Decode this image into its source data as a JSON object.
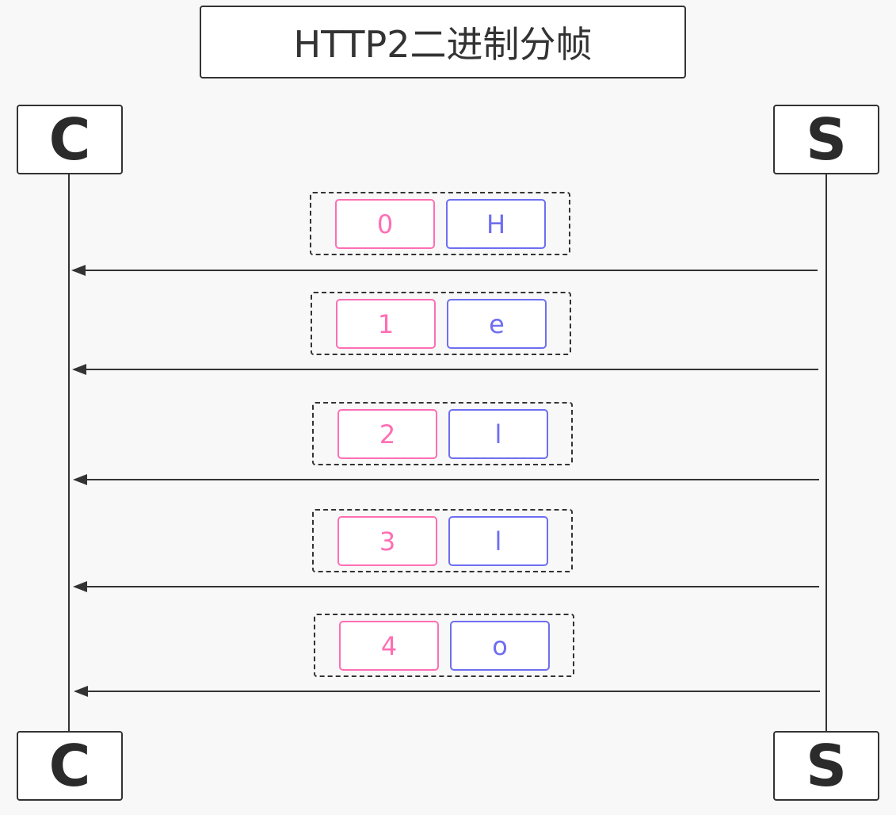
{
  "title": "HTTP2二进制分帧",
  "actors": {
    "client": "C",
    "server": "S"
  },
  "colors": {
    "stream_id": "#ff6eb4",
    "payload": "#6e6ef2",
    "line": "#333333"
  },
  "frames": [
    {
      "stream": "0",
      "payload": "H"
    },
    {
      "stream": "1",
      "payload": "e"
    },
    {
      "stream": "2",
      "payload": "l"
    },
    {
      "stream": "3",
      "payload": "l"
    },
    {
      "stream": "4",
      "payload": "o"
    }
  ]
}
